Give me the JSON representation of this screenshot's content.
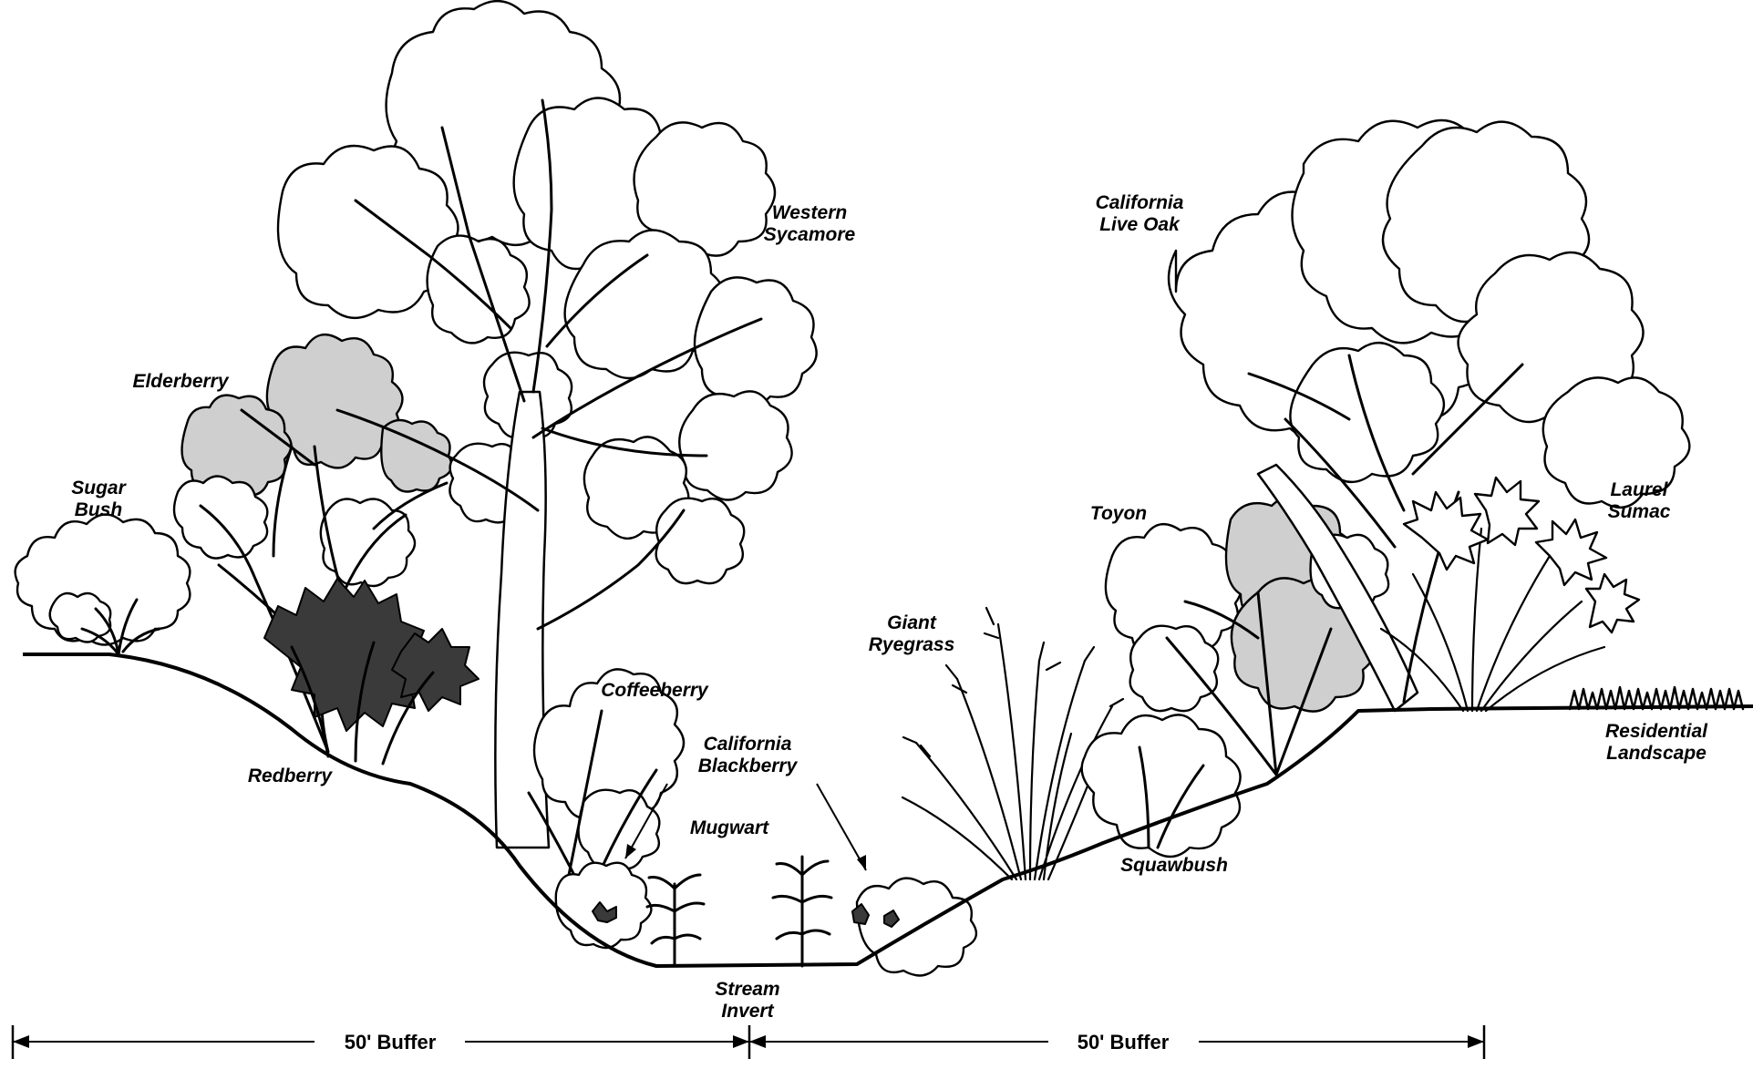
{
  "labels": {
    "western_sycamore": [
      "Western",
      "Sycamore"
    ],
    "california_live_oak": [
      "California",
      "Live Oak"
    ],
    "elderberry": [
      "Elderberry"
    ],
    "sugar_bush": [
      "Sugar",
      "Bush"
    ],
    "toyon": [
      "Toyon"
    ],
    "laurel_sumac": [
      "Laurel",
      "Sumac"
    ],
    "giant_ryegrass": [
      "Giant",
      "Ryegrass"
    ],
    "coffeeberry": [
      "Coffeeberry"
    ],
    "california_blackberry": [
      "California",
      "Blackberry"
    ],
    "mugwart": [
      "Mugwart"
    ],
    "redberry": [
      "Redberry"
    ],
    "residential_landscape": [
      "Residential",
      "Landscape"
    ],
    "squawbush": [
      "Squawbush"
    ],
    "stream_invert": [
      "Stream",
      "Invert"
    ]
  },
  "buffers": {
    "left": "50' Buffer",
    "right": "50' Buffer"
  }
}
